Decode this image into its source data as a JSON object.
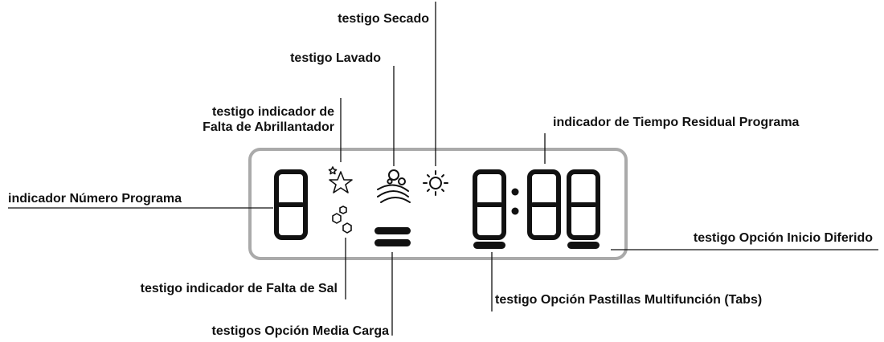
{
  "labels": {
    "secado": "testigo Secado",
    "lavado": "testigo Lavado",
    "abrillantador_line1": "testigo indicador de",
    "abrillantador_line2": "Falta de Abrillantador",
    "tiempo_residual": "indicador de Tiempo Residual Programa",
    "numero_programa": "indicador Número Programa",
    "inicio_diferido": "testigo Opción Inicio Diferido",
    "falta_sal": "testigo indicador de Falta de Sal",
    "pastillas": "testigo Opción Pastillas Multifunción (Tabs)",
    "media_carga": "testigos Opción Media Carga"
  },
  "display": {
    "program_digit": "8",
    "time_hours": "8",
    "time_separator": ":",
    "time_minutes": "88"
  },
  "colors": {
    "frame": "#aaaaaa",
    "segments": "#111111",
    "leader_lines": "#111111"
  }
}
